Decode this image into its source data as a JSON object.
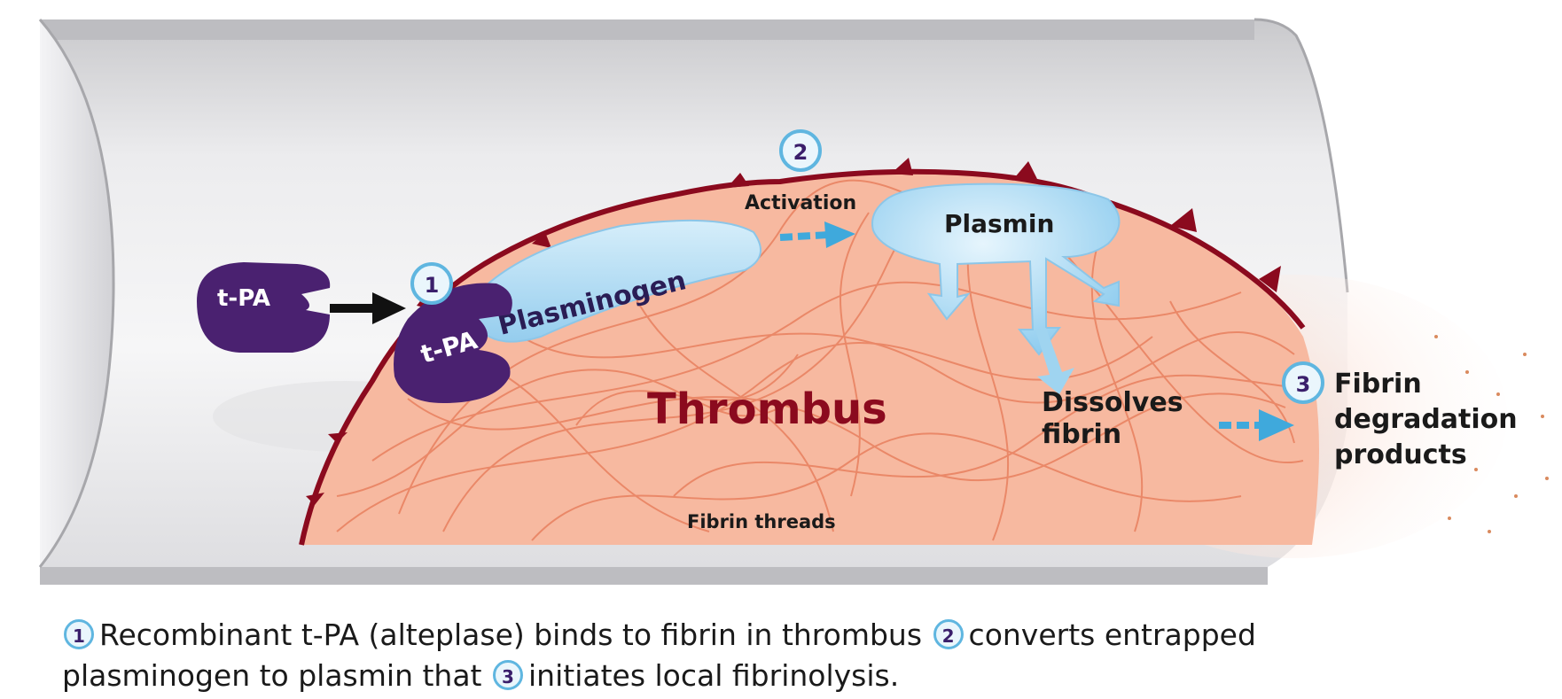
{
  "labels": {
    "tpa_free": "t-PA",
    "tpa_bound": "t-PA",
    "plasminogen": "Plasminogen",
    "activation": "Activation",
    "plasmin": "Plasmin",
    "thrombus": "Thrombus",
    "fibrin_threads": "Fibrin threads",
    "dissolves_line1": "Dissolves",
    "dissolves_line2": "fibrin",
    "products_line1": "Fibrin",
    "products_line2": "degradation",
    "products_line3": "products"
  },
  "steps": [
    "1",
    "2",
    "3"
  ],
  "caption": {
    "part1": "Recombinant t-PA (alteplase) binds to fibrin in thrombus",
    "part2": "converts entrapped",
    "part3": "plasminogen to plasmin that",
    "part4": "initiates local fibrinolysis."
  },
  "colors": {
    "vessel": "#d9d9dc",
    "thrombus": "#f7b9a0",
    "thrombus_edge": "#8b0a1e",
    "fibrin": "#e8805f",
    "tpa": "#4a2170",
    "plasmin": "#9fd4f0",
    "arrow_blue": "#3fa9dc",
    "thrombus_text": "#8b0a1e"
  }
}
